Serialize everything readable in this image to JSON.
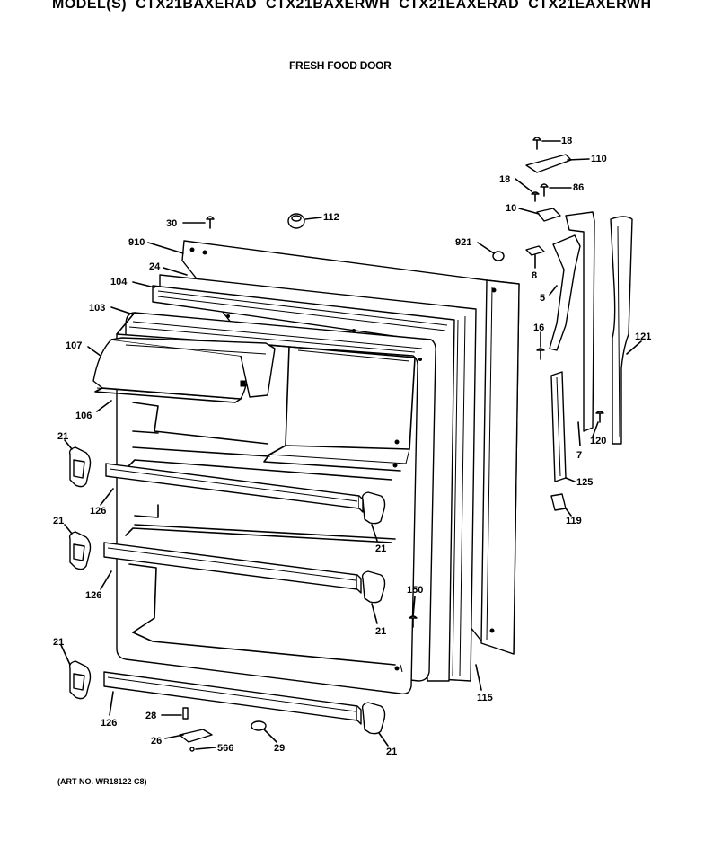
{
  "header": {
    "prefix": "MODEL(S)",
    "models": [
      "CTX21BAXERAD",
      "CTX21BAXERWH",
      "CTX21EAXERAD",
      "CTX21EAXERWH"
    ]
  },
  "subtitle": "FRESH FOOD DOOR",
  "art_no": "(ART NO. WR18122 C8)",
  "callouts": [
    {
      "id": "c18a",
      "text": "18"
    },
    {
      "id": "c110",
      "text": "110"
    },
    {
      "id": "c18b",
      "text": "18"
    },
    {
      "id": "c86",
      "text": "86"
    },
    {
      "id": "c10",
      "text": "10"
    },
    {
      "id": "c30",
      "text": "30"
    },
    {
      "id": "c112",
      "text": "112"
    },
    {
      "id": "c910",
      "text": "910"
    },
    {
      "id": "c921",
      "text": "921"
    },
    {
      "id": "c24",
      "text": "24"
    },
    {
      "id": "c8",
      "text": "8"
    },
    {
      "id": "c104",
      "text": "104"
    },
    {
      "id": "c5",
      "text": "5"
    },
    {
      "id": "c103",
      "text": "103"
    },
    {
      "id": "c16",
      "text": "16"
    },
    {
      "id": "c121",
      "text": "121"
    },
    {
      "id": "c107",
      "text": "107"
    },
    {
      "id": "c106",
      "text": "106"
    },
    {
      "id": "c120",
      "text": "120"
    },
    {
      "id": "c7",
      "text": "7"
    },
    {
      "id": "c21a",
      "text": "21"
    },
    {
      "id": "c125",
      "text": "125"
    },
    {
      "id": "c126a",
      "text": "126"
    },
    {
      "id": "c119",
      "text": "119"
    },
    {
      "id": "c21b",
      "text": "21"
    },
    {
      "id": "c21c",
      "text": "21"
    },
    {
      "id": "c126b",
      "text": "126"
    },
    {
      "id": "c150",
      "text": "150"
    },
    {
      "id": "c21d",
      "text": "21"
    },
    {
      "id": "c21e",
      "text": "21"
    },
    {
      "id": "c115",
      "text": "115"
    },
    {
      "id": "c28",
      "text": "28"
    },
    {
      "id": "c126c",
      "text": "126"
    },
    {
      "id": "c26",
      "text": "26"
    },
    {
      "id": "c566",
      "text": "566"
    },
    {
      "id": "c29",
      "text": "29"
    },
    {
      "id": "c21f",
      "text": "21"
    }
  ]
}
